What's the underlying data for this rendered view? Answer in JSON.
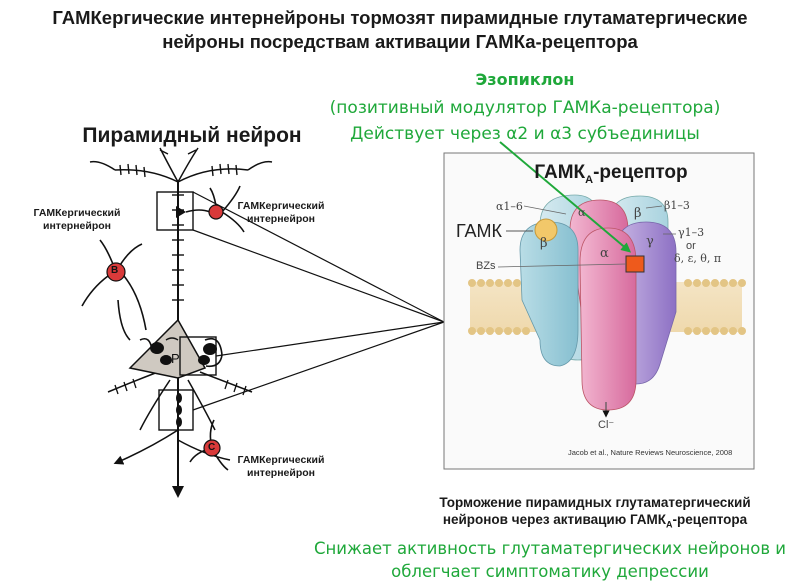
{
  "header": {
    "title_line1": "ГАМКергические интернейроны тормозят пирамидные глутаматергические",
    "title_line2": "нейроны посредствам активации ГАМКа-рецептора"
  },
  "drug": {
    "name": "Эзопиклон",
    "line1": "(позитивный модулятор ГАМКа-рецептора)",
    "line2": "Действует через α2 и α3 субъединицы"
  },
  "neuron_diagram": {
    "title": "Пирамидный нейрон",
    "interneuron_label_l1": "ГАМКергический",
    "interneuron_label_l2": "интернейрон",
    "cell_letters": {
      "b": "B",
      "c": "C",
      "p": "P"
    }
  },
  "receptor": {
    "title_main": "ГАМК",
    "title_sub": "A",
    "title_rest": "-рецептор",
    "gaba_label": "ГАМК",
    "subunits": {
      "alpha_range": "α1–6",
      "beta_range": "β1–3",
      "gamma_range": "γ1–3",
      "or": "or",
      "alt": "δ, ε, θ, π",
      "alpha": "α",
      "beta": "β",
      "gamma": "γ"
    },
    "bzs": "BZs",
    "ion": "Cl⁻",
    "credit": "Jacob et al., Nature Reviews Neuroscience, 2008"
  },
  "caption": {
    "line1": "Торможение пирамидных глутаматергический",
    "line2_a": "нейронов через активацию ГАМК",
    "line2_sub": "А",
    "line2_b": "-рецептора"
  },
  "effect": {
    "line1": "Снижает активность глутаматергических нейронов и",
    "line2": "облегчает симптоматику депрессии"
  },
  "colors": {
    "accent_green": "#1fa83a",
    "cell_red": "#d93a3a",
    "marker_orange": "#ee5a1c",
    "gaba_yellow": "#f2c86a"
  }
}
